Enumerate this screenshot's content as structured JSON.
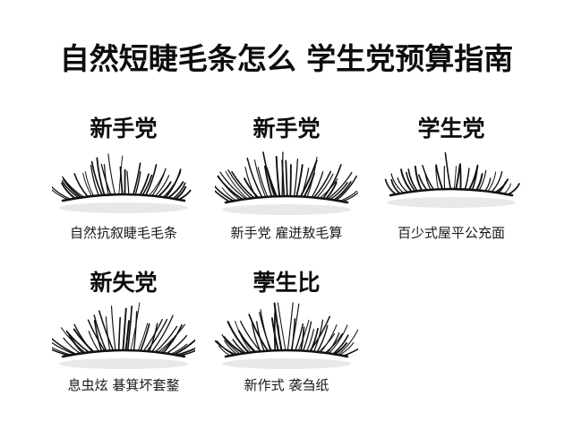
{
  "title": "自然短睫毛条怎么 学生党预算指南",
  "cards": [
    {
      "heading": "新手党",
      "caption": "自然抗叙睫毛毛条"
    },
    {
      "heading": "新手党",
      "caption": "新手党 雇迸敖毛算"
    },
    {
      "heading": "学生党",
      "caption": "百少式屋平公充面"
    },
    {
      "heading": "新失党",
      "caption": "息虫炫 碁箕坏套鍪"
    },
    {
      "heading": "荸生比",
      "caption": "新作式 袭刍纸"
    }
  ],
  "colors": {
    "background": "#ffffff",
    "text": "#111111",
    "lash": "#111111",
    "shadow": "#d9d9d9"
  },
  "icons": [
    "lash-strip-icon"
  ]
}
